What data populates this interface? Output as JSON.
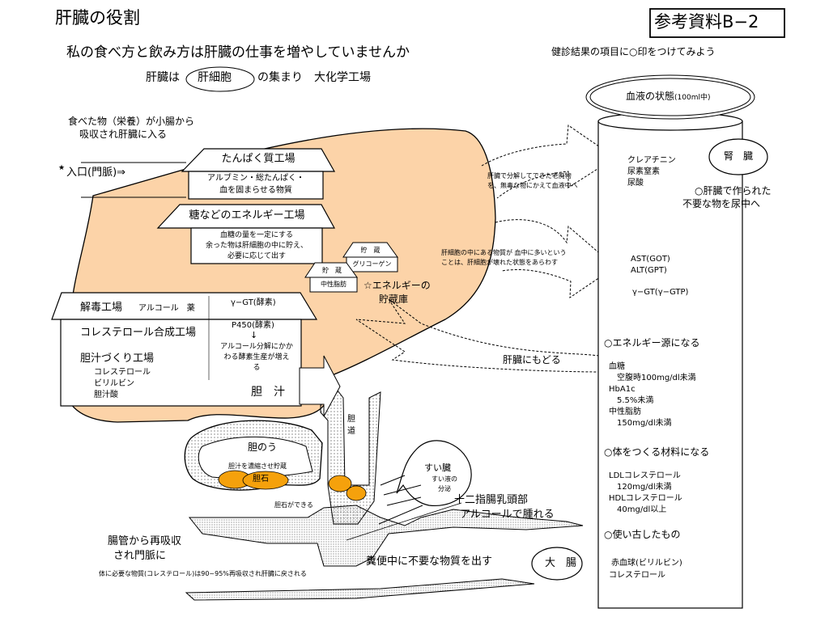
{
  "title": "肝臓の役割",
  "reference_tag": "参考資料B−2",
  "question": "私の食べ方と飲み方は肝臓の仕事を増やしていませんか",
  "checkup_note": "健診結果の項目に○印をつけてみよう",
  "liver_intro": {
    "prefix": "肝臓は",
    "cell": "肝細胞",
    "suffix": "の集まり　大化学工場"
  },
  "intake": {
    "line1": "食べた物（栄養）が小腸から",
    "line2": "吸収され肝臓に入る"
  },
  "entrance": {
    "star": "★",
    "label": "入口(門脈)⇒"
  },
  "protein_factory": {
    "title": "たんぱく質工場",
    "line1": "アルブミン・総たんぱく・",
    "line2": "血を固まらせる物質"
  },
  "energy_factory": {
    "title": "糖などのエネルギー工場",
    "line1": "血糖の量を一定にする",
    "line2": "余った物は肝細胞の中に貯え、",
    "line3": "必要に応じて出す"
  },
  "storage_glycogen": {
    "roof": "貯　蔵",
    "body": "グリコーゲン"
  },
  "storage_fat": {
    "roof": "貯　蔵",
    "body": "中性脂肪"
  },
  "energy_store_label": {
    "line1": "☆エネルギーの",
    "line2": "貯蔵庫"
  },
  "detox_factory": {
    "title": "解毒工場",
    "sub": "アルコール　薬",
    "cholesterol": "コレステロール合成工場",
    "bile": "胆汁づくり工場",
    "bile_items": [
      "コレステロール",
      "ビリルビン",
      "胆汁酸"
    ],
    "ggt": "γ−GT(酵素)",
    "p450": "P450(酵素)",
    "arrow": "↓",
    "p450_note": [
      "アルコール分解にかか",
      "わる酵素生産が増え",
      "る"
    ],
    "bile_juice": "胆　汁"
  },
  "arrow_notes": {
    "waste": [
      "肝臓で分解してできた老廃物",
      "を、無毒な物にかえて血液中へ"
    ],
    "enzyme": [
      "肝細胞の中にある物質が 血中に多いという",
      "ことは、肝細胞が壊れた状態をあらわす"
    ],
    "return": "肝臓にもどる"
  },
  "bile_duct": [
    "胆",
    "道"
  ],
  "gallbladder": {
    "label": "胆のう",
    "note": "胆汁を濃縮させ貯蔵",
    "stone": "胆石",
    "stone_note": "胆石ができる"
  },
  "pancreas": {
    "label": "すい臓",
    "line1": "すい液の",
    "line2": "分泌"
  },
  "duodenum": {
    "line1": "十二指腸乳頭部",
    "line2": "アルコールで腫れる"
  },
  "reabsorb": {
    "line1": "腸管から再吸収",
    "line2": "され門脈に"
  },
  "reabsorb_note": "体に必要な物質(コレステロール)は90~95%再吸収され肝臓に戻される",
  "feces": "糞便中に不要な物質を出す",
  "large_intestine": "大　腸",
  "kidney": "腎　臓",
  "kidney_note": {
    "line1": "○肝臓で作られた",
    "line2": "不要な物を尿中へ"
  },
  "blood": {
    "header_main": "血液の状態",
    "header_unit": "(100ml中)",
    "kidney_items": [
      "クレアチニン",
      "尿素窒素",
      "尿酸"
    ],
    "enzymes": [
      "AST(GOT)",
      "ALT(GPT)"
    ],
    "ggtp": "γ−GT(γ−GTP)",
    "energy_title": "○エネルギー源になる",
    "energy_items": [
      "血糖",
      "　空腹時100mg/dl未満",
      "HbA1c",
      "　5.5%未満",
      "中性脂肪",
      "　150mg/dl未満"
    ],
    "body_title": "○体をつくる材料になる",
    "body_items": [
      "LDLコレステロール",
      "　120mg/dl未満",
      "HDLコレステロール",
      "　40mg/dl以上"
    ],
    "used_title": "○使い古したもの",
    "used_items": [
      "赤血球(ビリルビン)",
      "コレステロール"
    ]
  },
  "colors": {
    "liver": "#fcd3a8",
    "stone": "#f5a10c",
    "line": "#000000"
  }
}
